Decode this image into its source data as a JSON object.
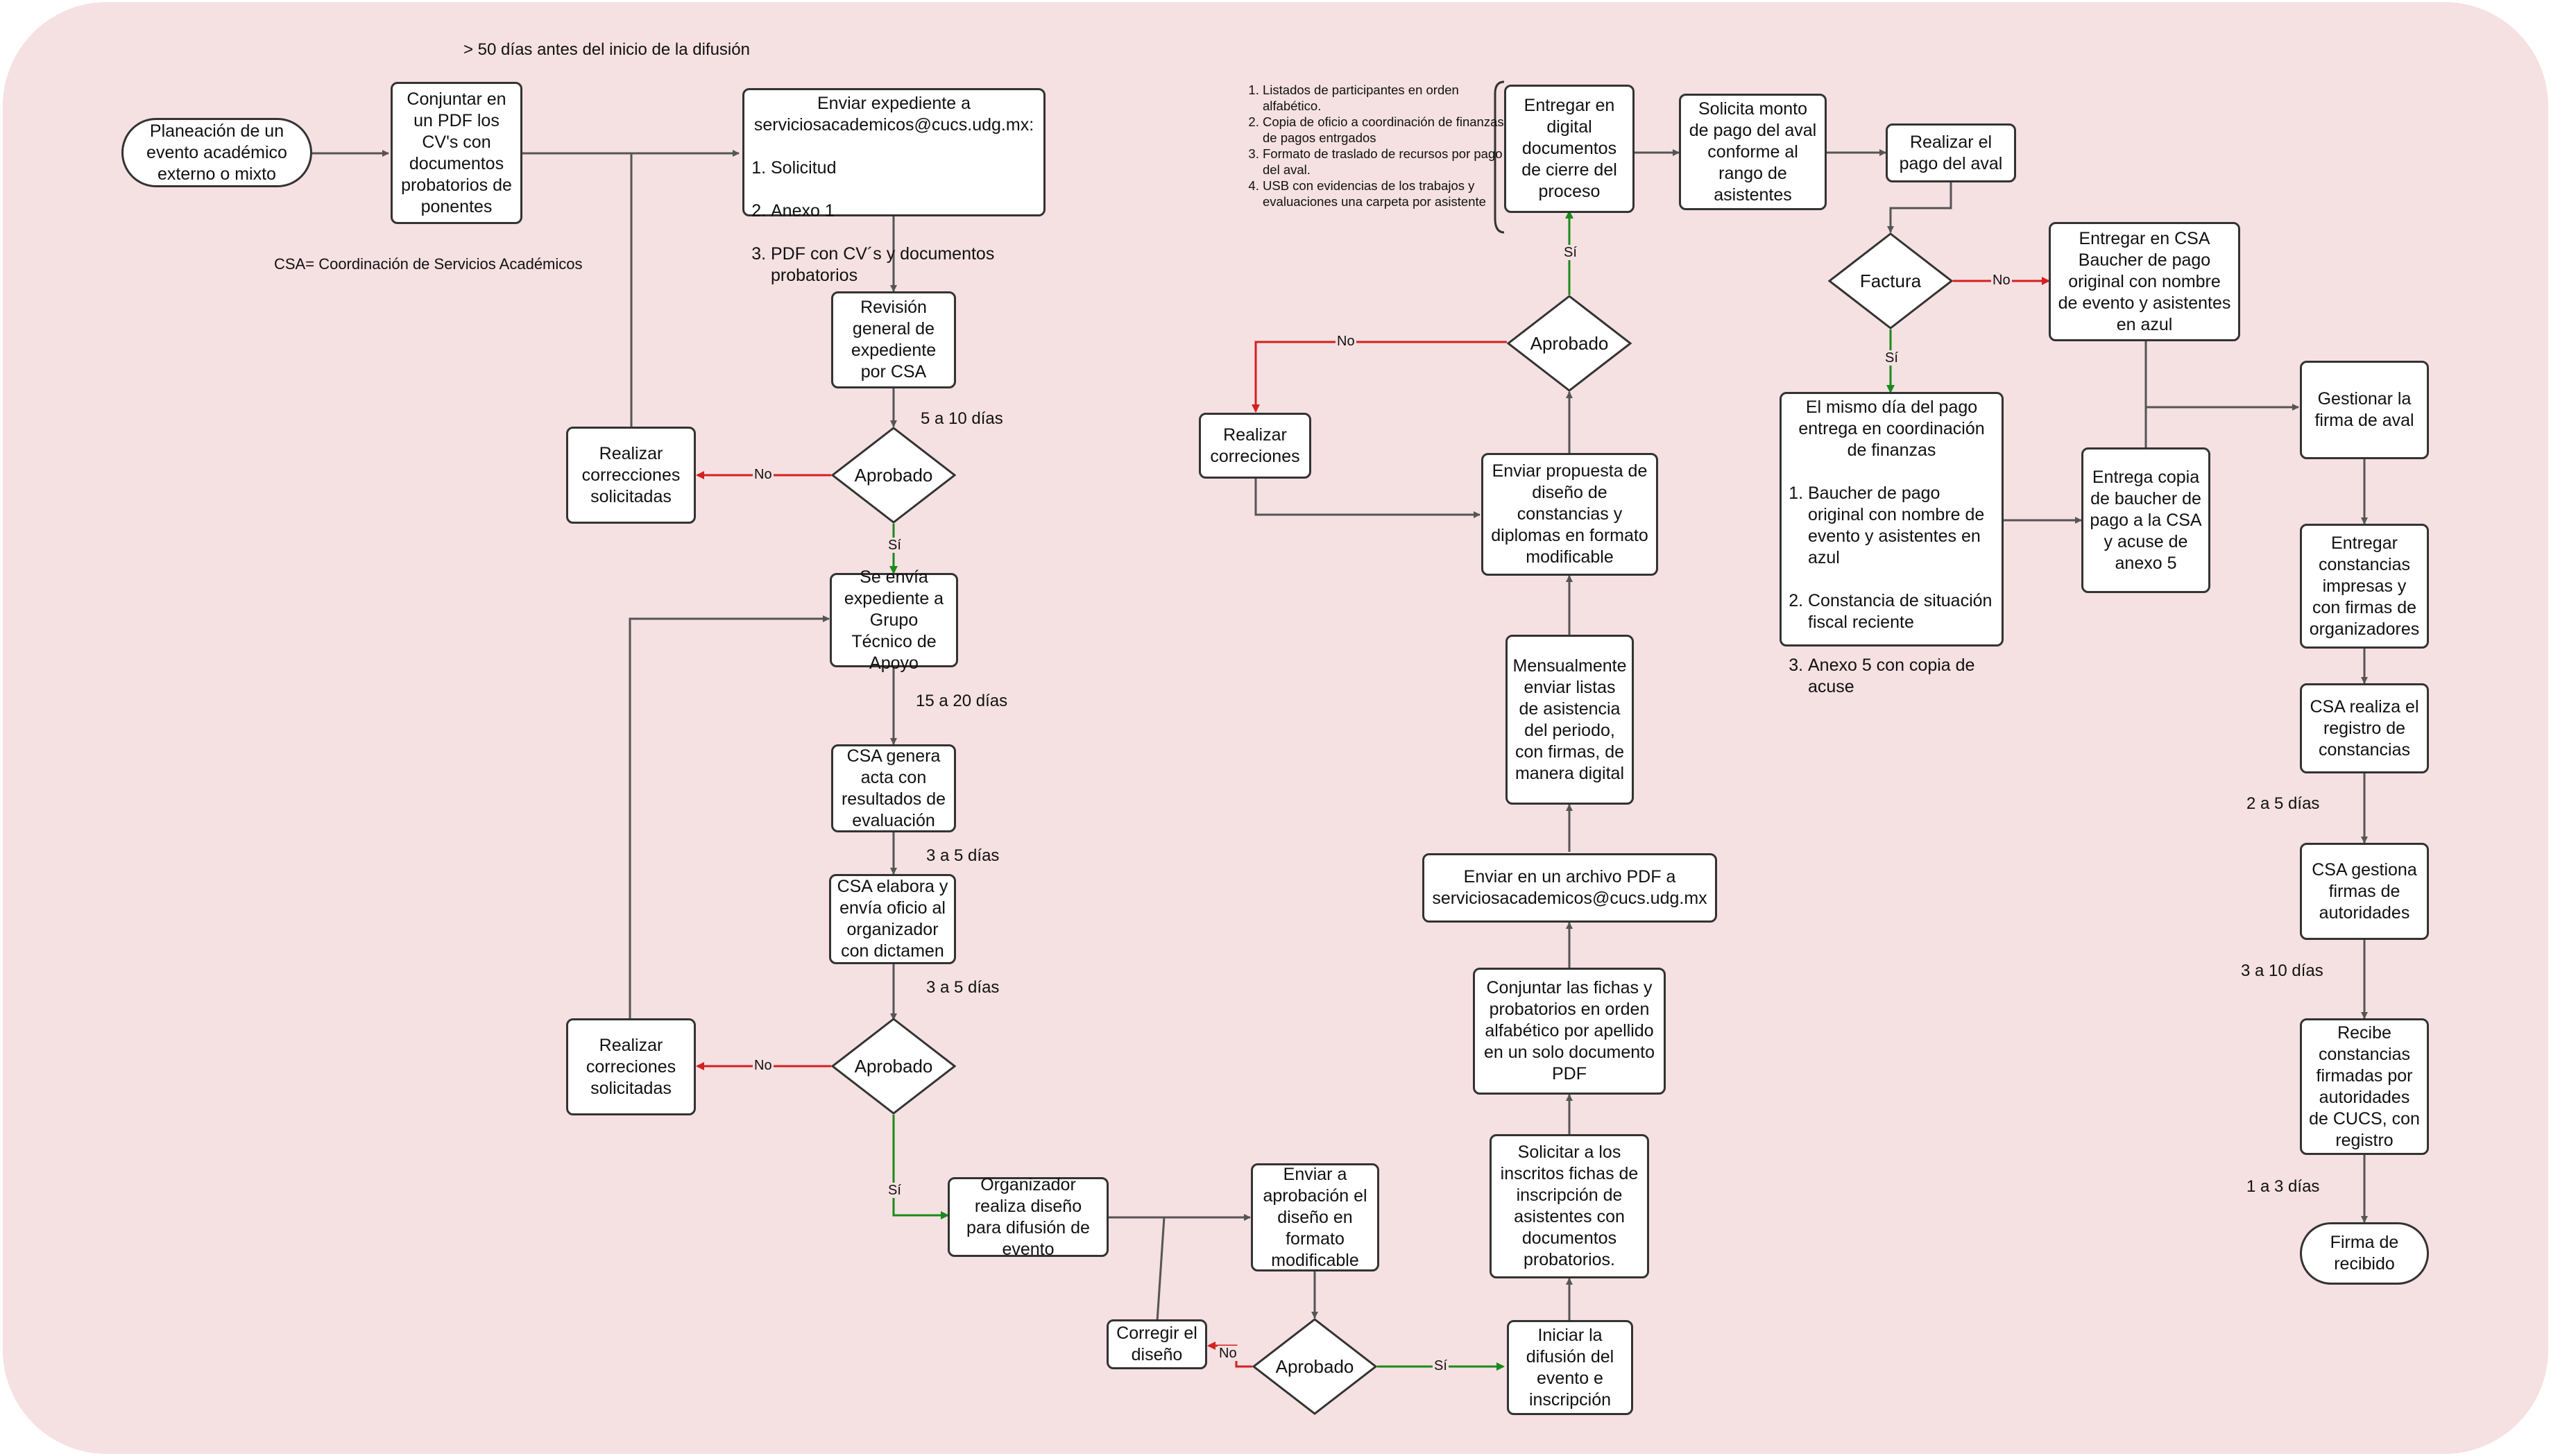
{
  "colors": {
    "background": "#f5e0e2",
    "yes": "#1a8a1a",
    "no": "#d42020",
    "line": "#555555"
  },
  "notes": {
    "timing_top": "> 50 días antes del inicio de la difusión",
    "csa_legend": "CSA= Coordinación de Servicios Académicos",
    "d_5_10": "5 a 10 días",
    "d_15_20": "15 a 20 días",
    "d_3_5_a": "3 a 5 días",
    "d_3_5_b": "3 a 5 días",
    "d_2_5": "2 a 5 días",
    "d_3_10": "3 a 10 días",
    "d_1_3": "1 a 3 días"
  },
  "nodes": {
    "planeacion": "Planeación de un evento académico externo o mixto",
    "conjuntar_cv": "Conjuntar en un PDF los CV's con documentos probatorios de ponentes",
    "enviar_expediente_title": "Enviar expediente a serviciosacademicos@cucs.udg.mx:",
    "enviar_expediente_items": [
      "Solicitud",
      "Anexo 1",
      "PDF con CV´s y documentos probatorios"
    ],
    "revision_general": "Revisión general de expediente por CSA",
    "corr_solicitadas_1": "Realizar correcciones solicitadas",
    "se_envia_grupo": "Se envía expediente a Grupo Técnico de Apoyo",
    "csa_genera_acta": "CSA genera acta con resultados de evaluación",
    "csa_elabora_oficio": "CSA elabora y envía oficio al organizador con dictamen",
    "corr_solicitadas_2": "Realizar correciones solicitadas",
    "organizador_realiza": "Organizador realiza diseño para difusión de evento",
    "enviar_aprobacion": "Enviar a aprobación el diseño en formato modificable",
    "corregir_diseno": "Corregir el diseño",
    "iniciar_difusion": "Iniciar la difusión del evento e inscripción",
    "solicitar_fichas": "Solicitar a los inscritos fichas de inscripción de asistentes con documentos probatorios.",
    "conjuntar_fichas": "Conjuntar las fichas y probatorios en orden alfabético por apellido en un solo documento PDF",
    "enviar_pdf": "Enviar en un archivo PDF a serviciosacademicos@cucs.udg.mx",
    "mensualmente": "Mensualmente enviar listas de asistencia del periodo, con firmas, de manera digital",
    "enviar_propuesta": "Enviar propuesta de diseño de constancias y diplomas en formato modificable",
    "realizar_correciones_3": "Realizar correciones",
    "entregar_digital": "Entregar en digital documentos de cierre del proceso",
    "cierre_docs": [
      "Listados de participantes en orden alfabético.",
      "Copia de oficio a coordinación de finanzas de pagos entrgados",
      "Formato de traslado de recursos por pago del aval.",
      "USB con evidencias de los trabajos y evaluaciones una carpeta por asistente"
    ],
    "solicita_monto": "Solicita monto de pago del aval conforme al rango de asistentes",
    "realizar_pago": "Realizar el pago del aval",
    "mismo_dia_title": "El mismo día del pago entrega en coordinación de finanzas",
    "mismo_dia_items": [
      "Baucher de pago original con nombre de evento y asistentes en azul",
      "Constancia de situación fiscal reciente",
      "Anexo 5 con copia de acuse"
    ],
    "entregar_csa_baucher": "Entregar en CSA Baucher de pago original con nombre de evento y asistentes en azul",
    "entrega_copia": "Entrega copia de baucher  de pago a la CSA y acuse de anexo 5",
    "gestionar_firma": "Gestionar la firma de aval",
    "entregar_constancias": "Entregar constancias impresas y con firmas de organizadores",
    "csa_registro": "CSA realiza el registro de constancias",
    "csa_gestiona": "CSA gestiona firmas de autoridades",
    "recibe_constancias": "Recibe constancias firmadas por autoridades de CUCS, con registro",
    "firma_recibido": "Firma de recibido"
  },
  "decisions": {
    "aprobado_1": "Aprobado",
    "aprobado_2": "Aprobado",
    "aprobado_3": "Aprobado",
    "aprobado_4": "Aprobado",
    "factura": "Factura"
  },
  "labels": {
    "yes": "Sí",
    "no": "No"
  }
}
